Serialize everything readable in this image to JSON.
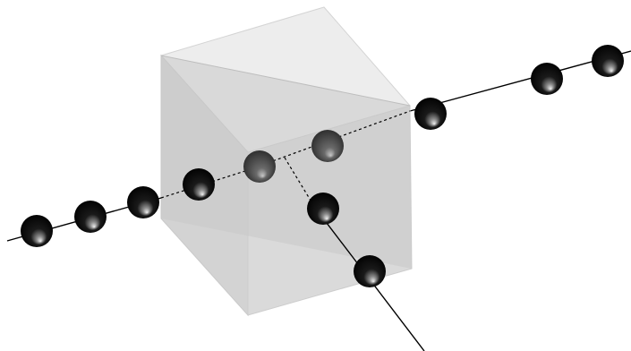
{
  "diagram": {
    "subject": "beam-splitter-cube",
    "colors": {
      "background": "#ffffff",
      "cube_face": "#d4d4d4",
      "cube_edge": "#c8c8c8",
      "beam": "#000000",
      "photon_dark": "#000000",
      "photon_inside": "#3c3c3c"
    },
    "beams": [
      {
        "id": "input-beam",
        "style": "solid"
      },
      {
        "id": "transmitted-beam",
        "style": "solid"
      },
      {
        "id": "reflected-beam",
        "style": "solid"
      }
    ],
    "photons": {
      "input_count": 4,
      "inside_count": 2,
      "transmitted_count": 3,
      "reflected_count": 2
    }
  }
}
